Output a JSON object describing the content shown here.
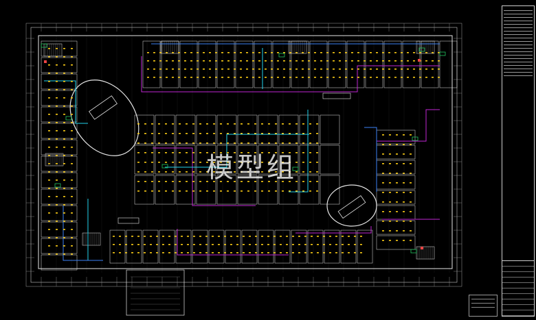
{
  "watermark": {
    "text": "模型组"
  },
  "colors": {
    "background": "#000000",
    "wall": "#e6e6e6",
    "grid": "#9c9c9c",
    "pipe_cyan": "#22d3ee",
    "pipe_magenta": "#c026d3",
    "pipe_blue": "#3b82f6",
    "fixture_yellow": "#facc15",
    "equipment_green": "#22c55e",
    "alarm_red": "#ef4444",
    "dimension": "#c8c8c8"
  },
  "icons": {
    "fixture": "small-yellow-dash",
    "escalator": "escalator-void",
    "stair": "stair-hatch",
    "equipment": "green-panel"
  }
}
